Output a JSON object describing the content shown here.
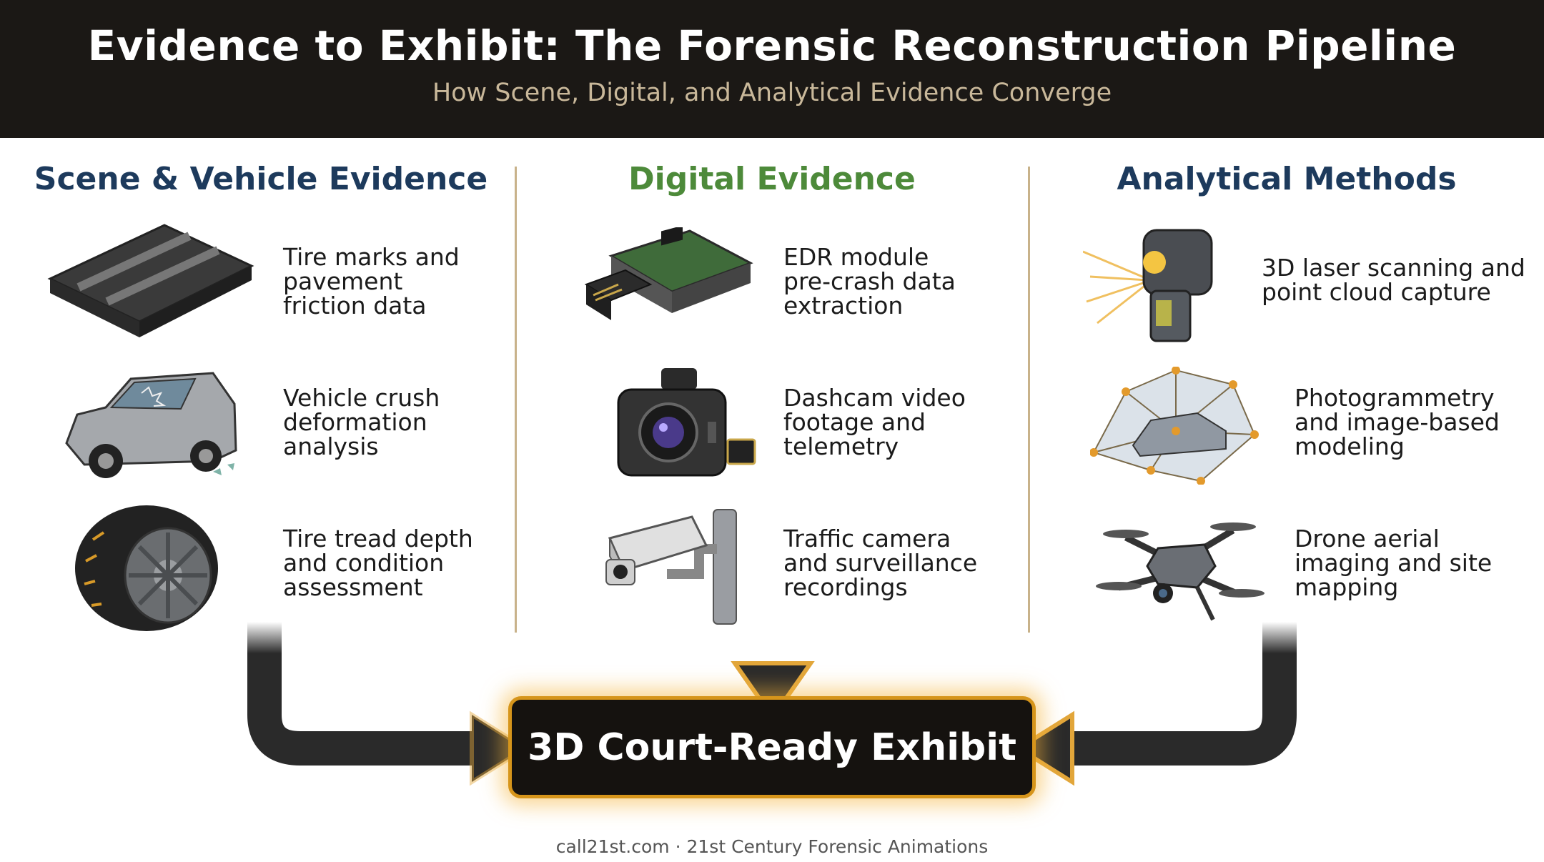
{
  "header": {
    "title": "Evidence to Exhibit: The Forensic Reconstruction Pipeline",
    "subtitle": "How Scene, Digital, and Analytical Evidence Converge"
  },
  "columns": [
    {
      "title": "Scene & Vehicle Evidence",
      "color": "#1d3a5c",
      "items": [
        {
          "icon": "asphalt-skid-marks-icon",
          "lines": [
            "Tire marks and",
            "pavement",
            "friction data"
          ]
        },
        {
          "icon": "crashed-car-icon",
          "lines": [
            "Vehicle crush",
            "deformation",
            "analysis"
          ]
        },
        {
          "icon": "tire-icon",
          "lines": [
            "Tire tread depth",
            "and condition",
            "assessment"
          ]
        }
      ]
    },
    {
      "title": "Digital Evidence",
      "color": "#4d8a3a",
      "items": [
        {
          "icon": "edr-module-icon",
          "lines": [
            "EDR module",
            "pre-crash data",
            "extraction"
          ]
        },
        {
          "icon": "dashcam-icon",
          "lines": [
            "Dashcam video",
            "footage and",
            "telemetry"
          ]
        },
        {
          "icon": "surveillance-camera-icon",
          "lines": [
            "Traffic camera",
            "and surveillance",
            "recordings"
          ]
        }
      ]
    },
    {
      "title": "Analytical Methods",
      "color": "#1d3a5c",
      "items": [
        {
          "icon": "laser-scanner-icon",
          "lines": [
            "3D laser scanning and",
            "point cloud capture"
          ]
        },
        {
          "icon": "photogrammetry-icon",
          "lines": [
            "Photogrammetry",
            "and image-based",
            "modeling"
          ]
        },
        {
          "icon": "drone-icon",
          "lines": [
            "Drone aerial",
            "imaging and site",
            "mapping"
          ]
        }
      ]
    }
  ],
  "exhibit": {
    "label": "3D Court-Ready Exhibit"
  },
  "footer": {
    "text": "call21st.com · 21st Century Forensic Animations"
  },
  "colors": {
    "header_bg": "#1b1815",
    "accent_gold": "#d6951b",
    "divider": "#c8b28a"
  }
}
